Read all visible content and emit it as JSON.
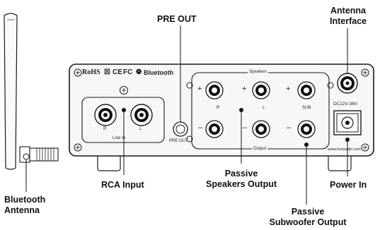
{
  "callouts": {
    "pre_out": "PRE OUT",
    "antenna_interface_line1": "Antenna",
    "antenna_interface_line2": "Interface",
    "bluetooth_antenna_line1": "Bluetooth",
    "bluetooth_antenna_line2": "Antenna",
    "rca_input": "RCA Input",
    "passive_speakers_line1": "Passive",
    "passive_speakers_line2": "Speakers Output",
    "power_in": "Power In",
    "passive_sub_line1": "Passive",
    "passive_sub_line2": "Subwoofer Output"
  },
  "panel": {
    "rohs": "RoHS",
    "ce": "CE",
    "fcc": "FC",
    "bluetooth": "Bluetooth",
    "line_in": "Line In",
    "rca_r": "R",
    "rca_l": "L",
    "pre_out_small": "PRE OUT",
    "speakers": "Speakers",
    "output": "Output",
    "ch_r": "R",
    "ch_l": "L",
    "ch_sub": "SUB",
    "plus": "+",
    "minus": "–",
    "dc_rating": "DC12V-36V",
    "website": "www.fosiaudio.com"
  },
  "colors": {
    "panel_fill": "#f7f7f7",
    "outline": "#1a1a1a",
    "leader": "#111111"
  }
}
